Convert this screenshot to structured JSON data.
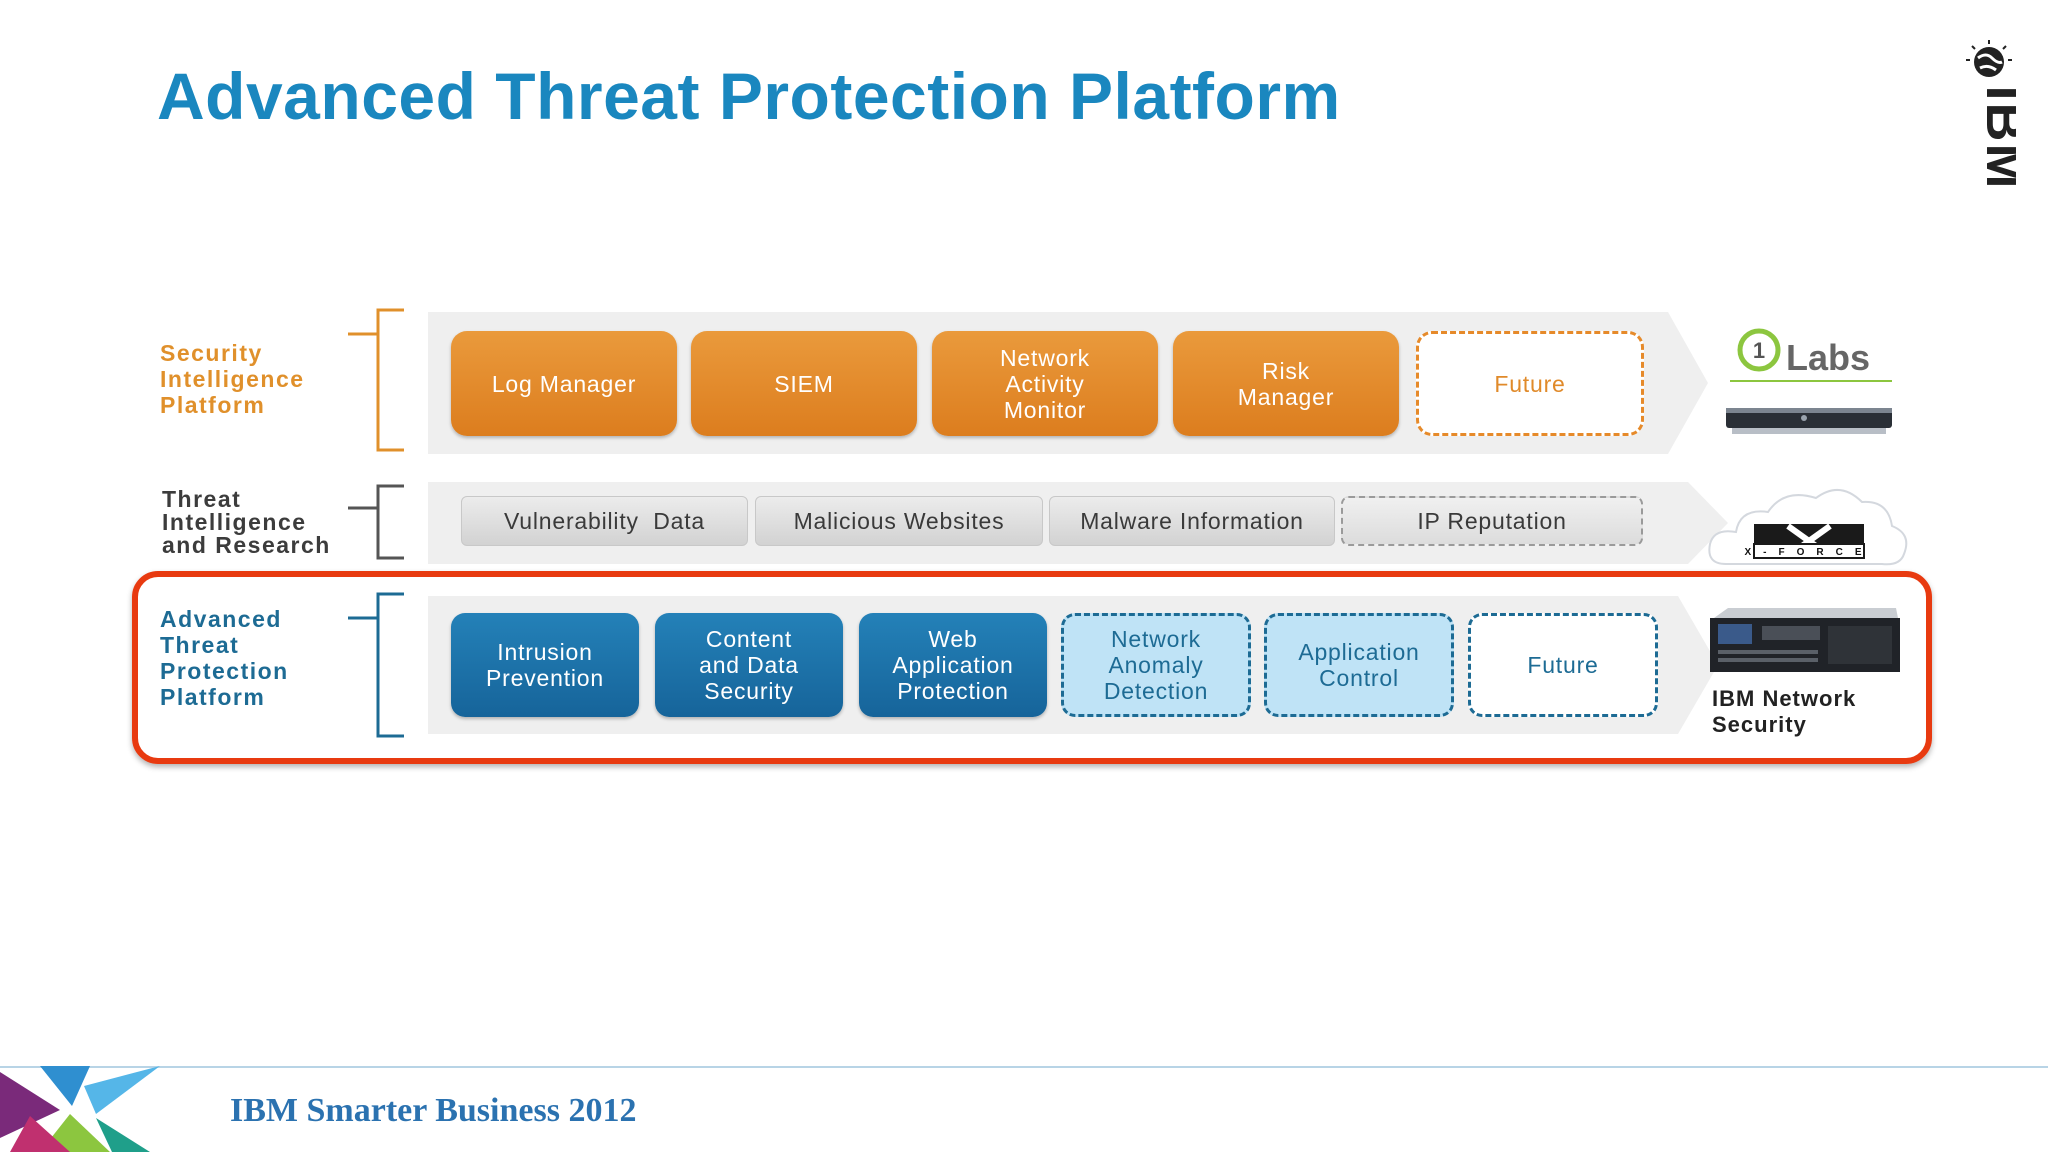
{
  "title": "Advanced Threat Protection Platform",
  "logo": {
    "text": "IBM",
    "icon": "globe-icon"
  },
  "rows": {
    "security_intelligence": {
      "label": [
        "Security",
        "Intelligence",
        "Platform"
      ],
      "boxes": [
        {
          "lines": [
            "Log Manager"
          ]
        },
        {
          "lines": [
            "SIEM"
          ]
        },
        {
          "lines": [
            "Network",
            "Activity",
            "Monitor"
          ]
        },
        {
          "lines": [
            "Risk",
            "Manager"
          ]
        },
        {
          "lines": [
            "Future"
          ]
        }
      ],
      "side_logo": {
        "text": "Labs",
        "number": "1",
        "icon": "appliance-icon"
      }
    },
    "threat_intelligence": {
      "label": [
        "Threat",
        "Intelligence",
        "and Research"
      ],
      "boxes": [
        {
          "lines": [
            "Vulnerability  Data"
          ]
        },
        {
          "lines": [
            "Malicious Websites"
          ]
        },
        {
          "lines": [
            "Malware Information"
          ]
        },
        {
          "lines": [
            "IP Reputation"
          ]
        }
      ],
      "side_logo": {
        "text": "X-FORCE",
        "icon": "cloud-icon"
      }
    },
    "advanced_threat": {
      "label": [
        "Advanced",
        "Threat",
        "Protection",
        "Platform"
      ],
      "boxes": [
        {
          "lines": [
            "Intrusion",
            "Prevention"
          ]
        },
        {
          "lines": [
            "Content",
            "and Data",
            "Security"
          ]
        },
        {
          "lines": [
            "Web",
            "Application",
            "Protection"
          ]
        },
        {
          "lines": [
            "Network",
            "Anomaly",
            "Detection"
          ]
        },
        {
          "lines": [
            "Application",
            "Control"
          ]
        },
        {
          "lines": [
            "Future"
          ]
        }
      ],
      "side_caption": [
        "IBM Network",
        "Security"
      ]
    }
  },
  "footer": {
    "text": "IBM Smarter Business 2012"
  },
  "colors": {
    "title": "#1a87bf",
    "orange": "#e0902b",
    "blue": "#1d6b94",
    "highlight": "#e83a10"
  }
}
